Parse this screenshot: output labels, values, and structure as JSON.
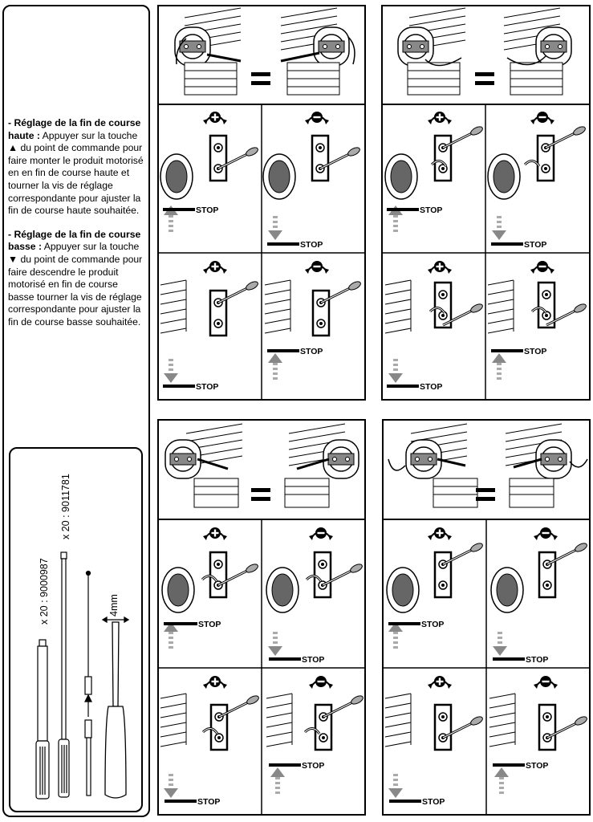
{
  "instructions": {
    "upper_title": "- Réglage de la fin de course haute :",
    "upper_body_1": " Appuyer sur la touche ",
    "upper_symbol": "▲",
    "upper_body_2": " du point de commande pour faire monter le produit motorisé en en fin de course haute et tourner la vis de réglage correspondante pour ajuster la fin de course haute souhaitée.",
    "lower_title": "- Réglage de la fin de course basse :",
    "lower_body_1": " Appuyer sur la touche ",
    "lower_symbol": "▼",
    "lower_body_2": " du point de commande pour faire descendre le produit motorisé en fin de course basse tourner la vis de réglage  correspondante pour ajuster la fin de course basse souhaitée."
  },
  "tools": {
    "ref_a": "x 20 : 9000987",
    "ref_b": "x 20 : 9011781",
    "size": "4mm"
  },
  "stop_label": "STOP",
  "plus_symbol": "+",
  "minus_symbol": "−",
  "icons": [
    "motor-head-icon",
    "screwdriver-icon",
    "arrow-up-icon",
    "arrow-down-icon",
    "plus-rotate-icon",
    "minus-rotate-icon"
  ]
}
